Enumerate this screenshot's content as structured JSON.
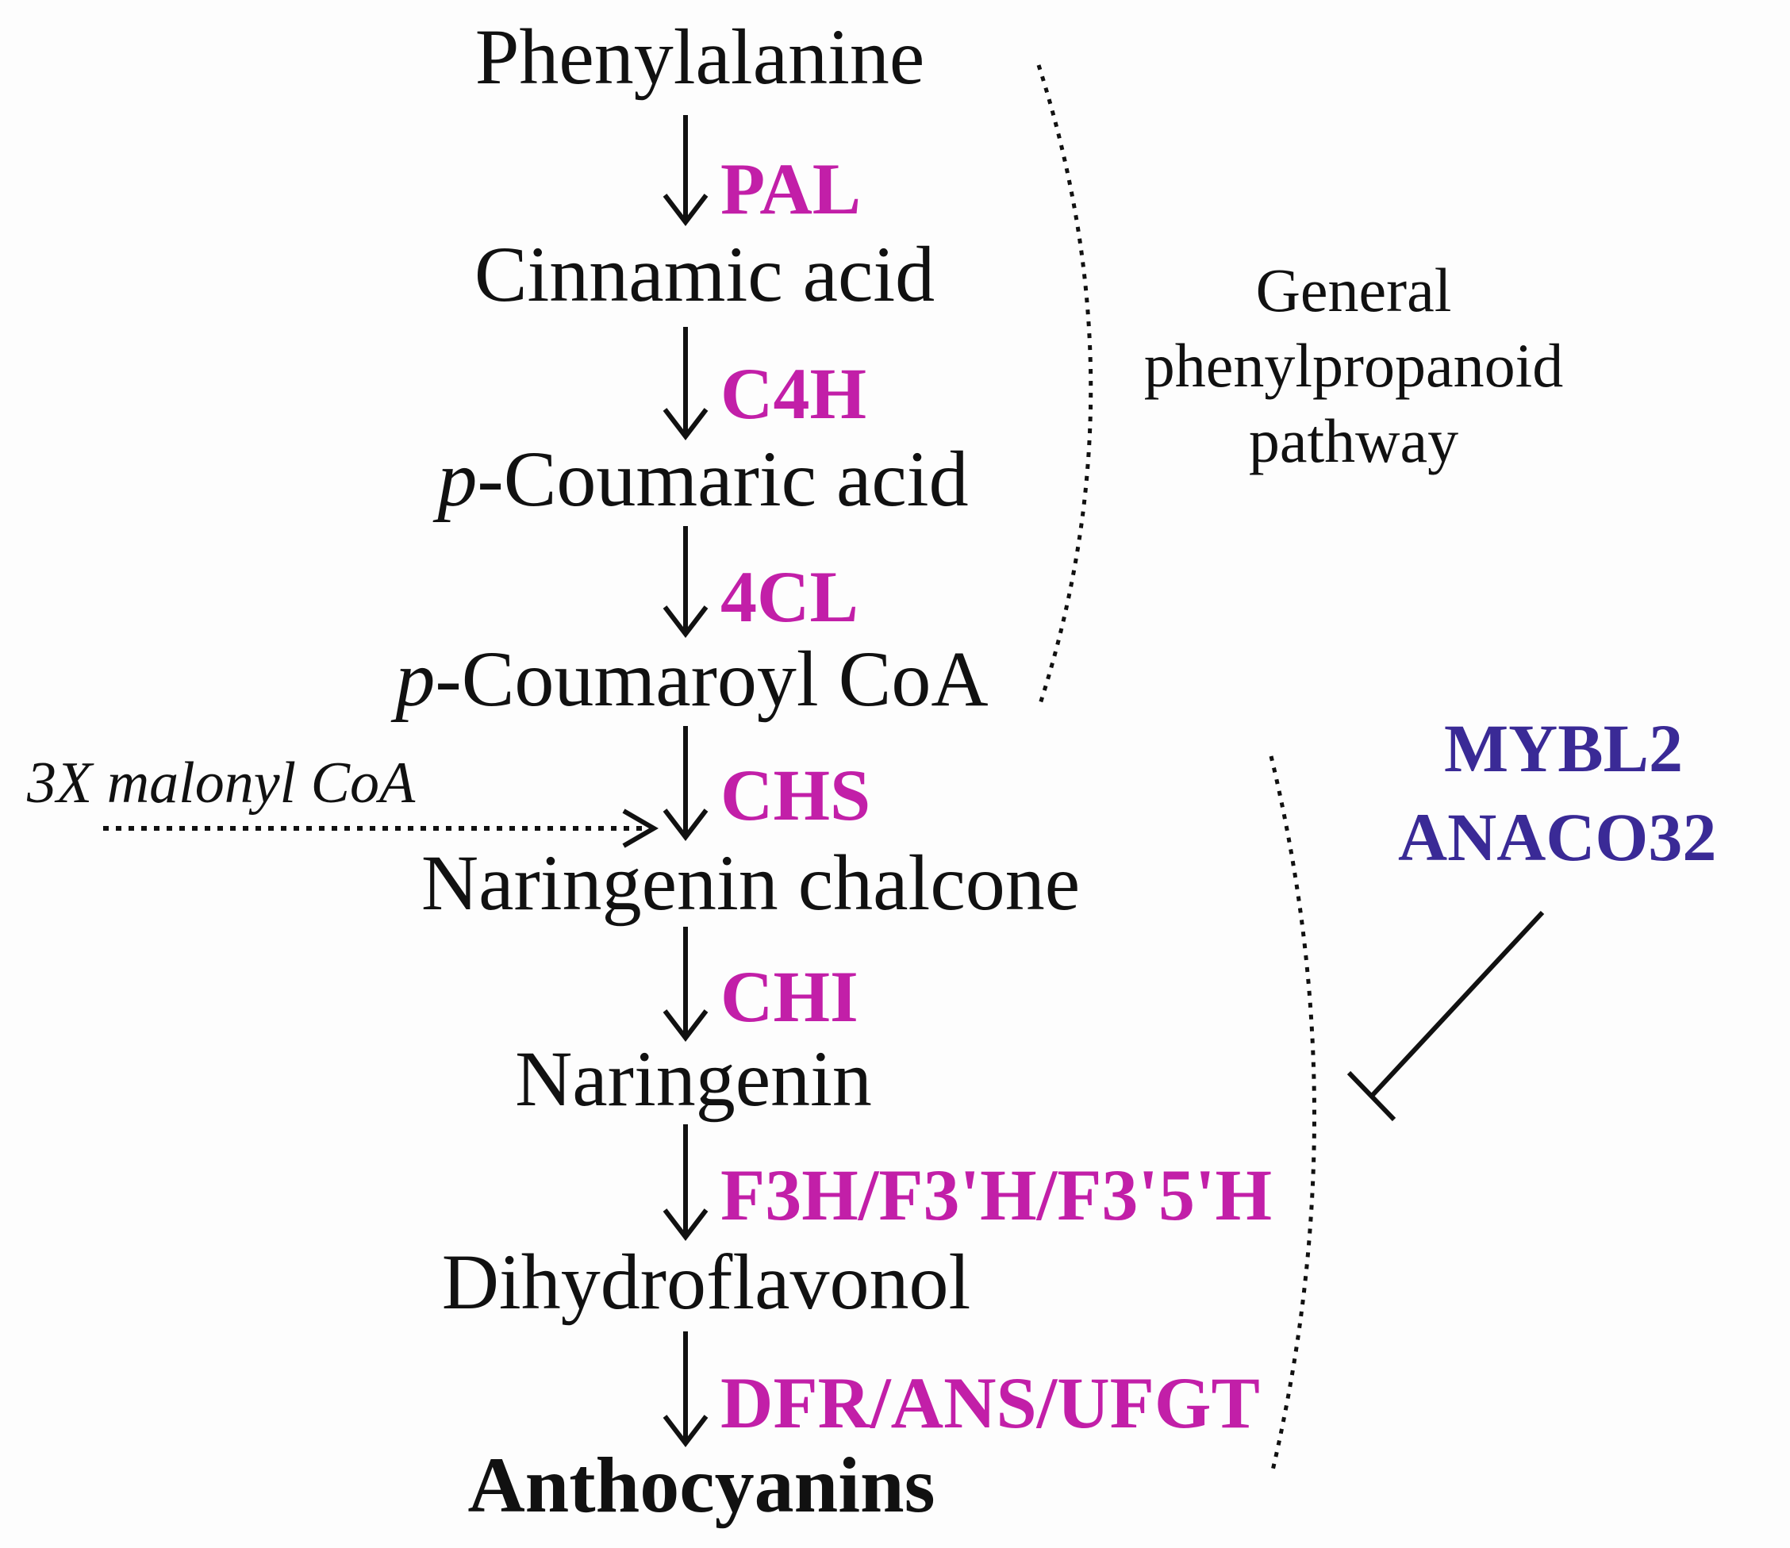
{
  "compounds": {
    "phenylalanine": "Phenylalanine",
    "cinnamic_acid": "Cinnamic acid",
    "p_coumaric_prefix": "p",
    "p_coumaric_rest": "-Coumaric acid",
    "p_coumaroyl_prefix": "p",
    "p_coumaroyl_rest": "-Coumaroyl CoA",
    "naringenin_chalcone": "Naringenin chalcone",
    "naringenin": "Naringenin",
    "dihydroflavonol": "Dihydroflavonol",
    "anthocyanins": "Anthocyanins"
  },
  "enzymes": {
    "pal": "PAL",
    "c4h": "C4H",
    "fourcl": "4CL",
    "chs": "CHS",
    "chi": "CHI",
    "f3h": "F3H/F3'H/F3'5'H",
    "dfr": "DFR/ANS/UFGT"
  },
  "substrate": "3X malonyl CoA",
  "general_pathway": {
    "line1": "General",
    "line2": "phenylpropanoid",
    "line3": "pathway"
  },
  "regulators": {
    "line1": "MYBL2",
    "line2": "ANACO32"
  },
  "colors": {
    "enzyme": "#c21fa8",
    "regulator": "#3a2a96",
    "text": "#111111"
  }
}
